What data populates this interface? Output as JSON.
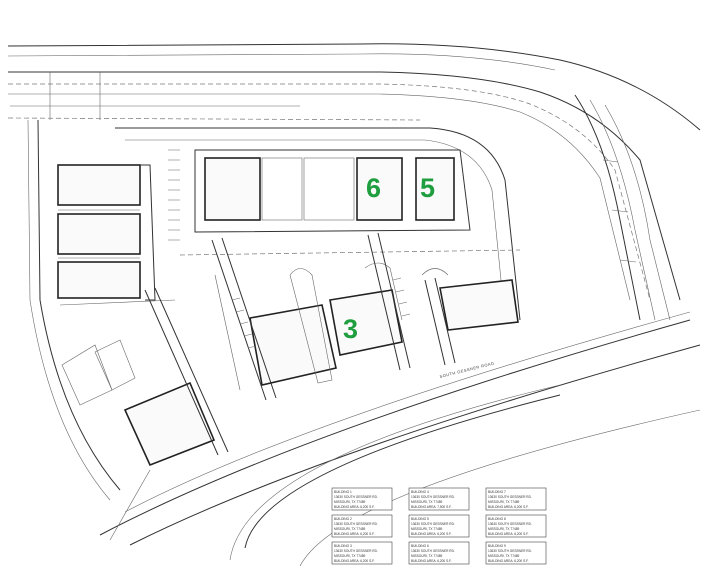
{
  "highlights": {
    "building_a": "6",
    "building_b": "5",
    "building_c": "3"
  },
  "road_label": "SOUTH GESSNER ROAD",
  "legend": [
    {
      "title": "BUILDING 1",
      "line1": "13630 SOUTH GESSNER RD.",
      "line2": "MISSOURI, TX 77489",
      "line3": "BUILDING AREA: 6,200 S.F."
    },
    {
      "title": "BUILDING 2",
      "line1": "13630 SOUTH GESSNER RD.",
      "line2": "MISSOURI, TX 77489",
      "line3": "BUILDING AREA: 6,200 S.F."
    },
    {
      "title": "BUILDING 3",
      "line1": "13630 SOUTH GESSNER RD.",
      "line2": "MISSOURI, TX 77489",
      "line3": "BUILDING AREA: 6,200 S.F."
    },
    {
      "title": "BUILDING 4",
      "line1": "13630 SOUTH GESSNER RD.",
      "line2": "MISSOURI, TX 77489",
      "line3": "BUILDING AREA: 7,500 S.F."
    },
    {
      "title": "BUILDING 5",
      "line1": "13630 SOUTH GESSNER RD.",
      "line2": "MISSOURI, TX 77489",
      "line3": "BUILDING AREA: 6,200 S.F."
    },
    {
      "title": "BUILDING 6",
      "line1": "13630 SOUTH GESSNER RD.",
      "line2": "MISSOURI, TX 77489",
      "line3": "BUILDING AREA: 6,200 S.F."
    },
    {
      "title": "BUILDING 7",
      "line1": "13630 SOUTH GESSNER RD.",
      "line2": "MISSOURI, TX 77489",
      "line3": "BUILDING AREA: 6,200 S.F."
    },
    {
      "title": "BUILDING 8",
      "line1": "13630 SOUTH GESSNER RD.",
      "line2": "MISSOURI, TX 77489",
      "line3": "BUILDING AREA: 6,200 S.F."
    },
    {
      "title": "BUILDING 9",
      "line1": "13630 SOUTH GESSNER RD.",
      "line2": "MISSOURI, TX 77489",
      "line3": "BUILDING AREA: 6,200 S.F."
    }
  ],
  "colors": {
    "highlight": "#1e9e3e",
    "linework": "#333333"
  }
}
